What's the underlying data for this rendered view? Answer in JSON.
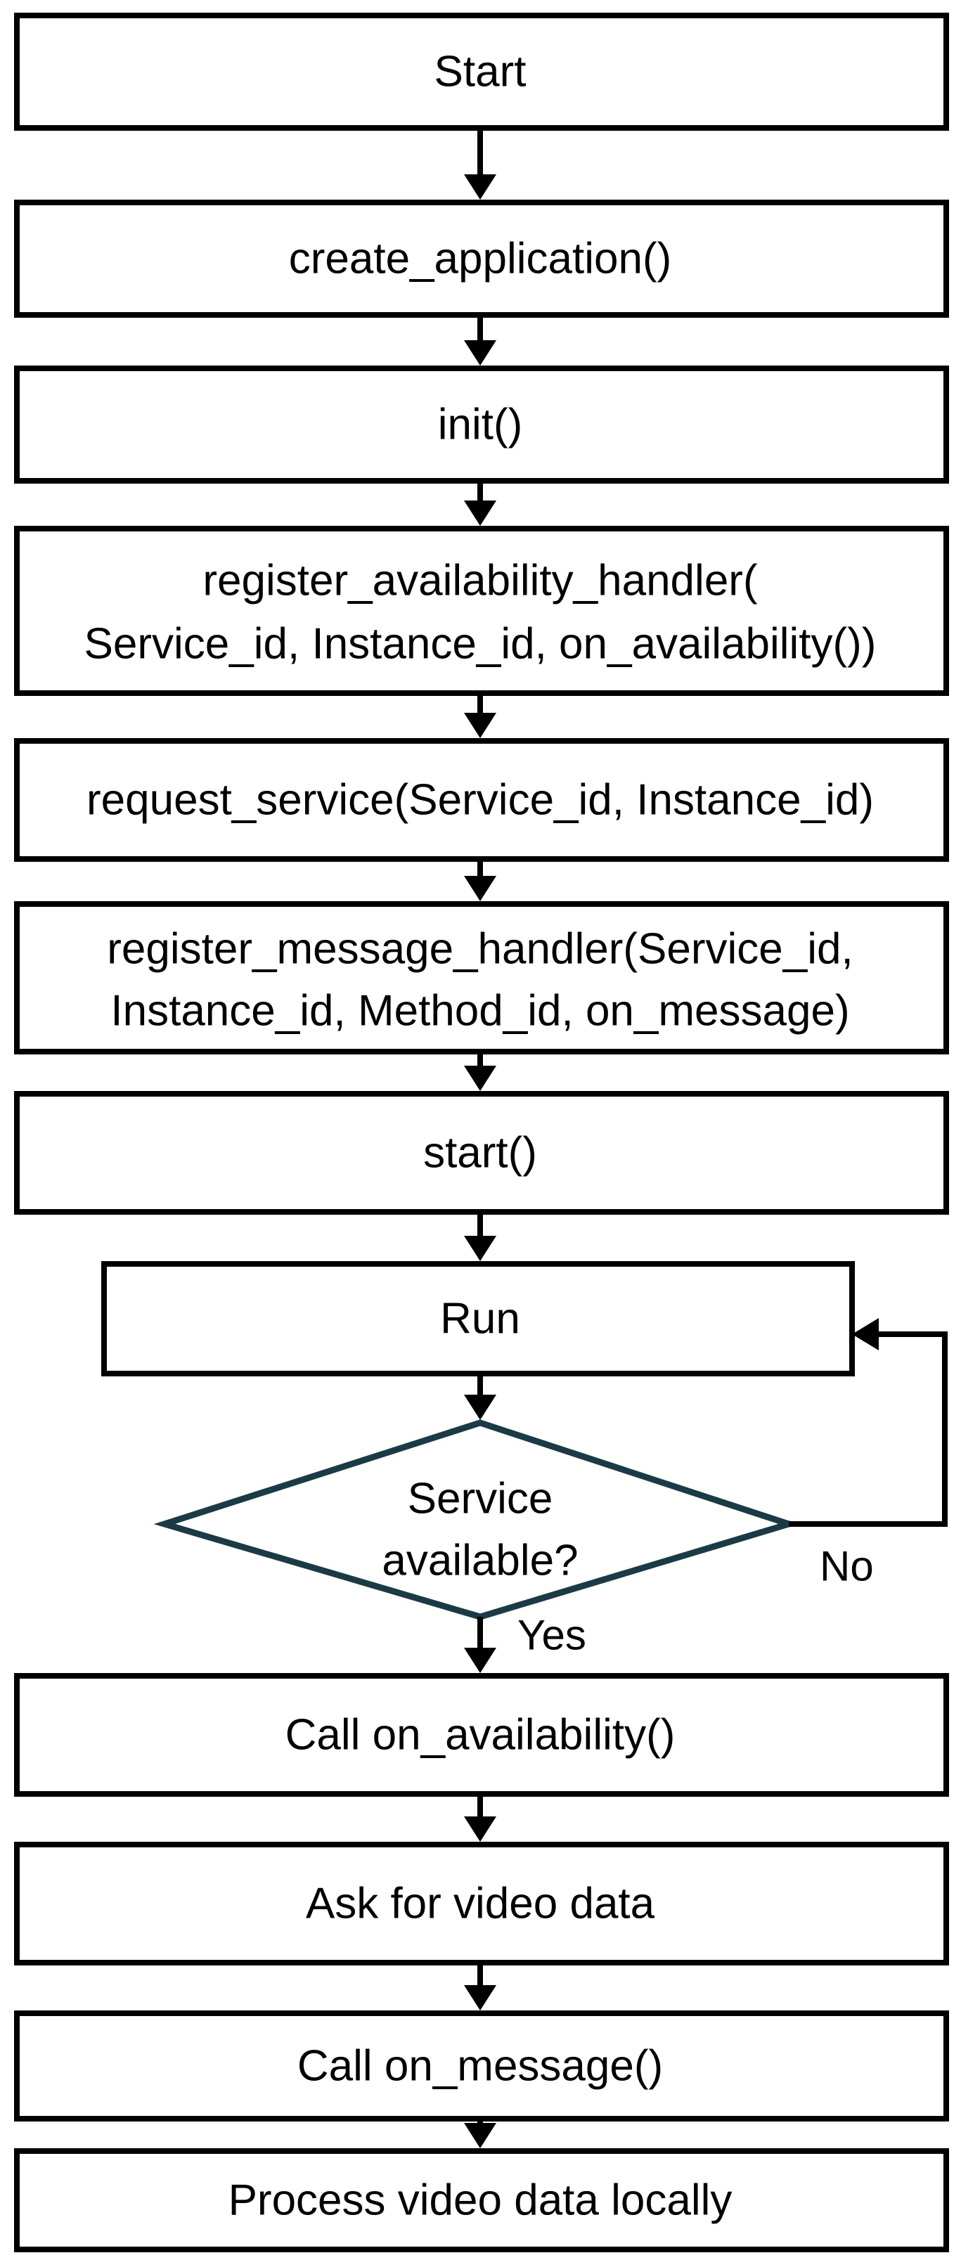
{
  "nodes": {
    "start": "Start",
    "create_application": "create_application()",
    "init": "init()",
    "register_availability_handler": {
      "line1": "register_availability_handler(",
      "line2": "Service_id, Instance_id, on_availability())"
    },
    "request_service": "request_service(Service_id, Instance_id)",
    "register_message_handler": {
      "line1": "register_message_handler(Service_id,",
      "line2": "Instance_id, Method_id, on_message)"
    },
    "start_call": "start()",
    "run": "Run",
    "decision": {
      "line1": "Service",
      "line2": "available?"
    },
    "call_on_availability": "Call on_availability()",
    "ask_video": "Ask for video data",
    "call_on_message": "Call on_message()",
    "process_video": "Process video data locally"
  },
  "edges": {
    "no_label": "No",
    "yes_label": "Yes"
  }
}
